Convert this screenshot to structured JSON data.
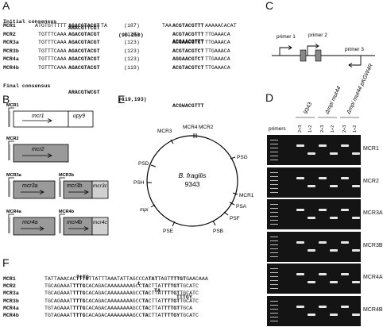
{
  "panels": {
    "A": {
      "label": "A",
      "initial": {
        "name": "Initial consensus",
        "seq1": "ARACGTTCGT",
        "range": "(90,250)",
        "seq2": "ACGAACGTTT"
      },
      "rows": [
        {
          "name": "MCR1",
          "left": "ATGTGTTTTT",
          "seq1": "AGACGTACGT",
          "mid": "TA",
          "len": "(187)",
          "pre": "TAA",
          "seq2": "ACGTACGTTT",
          "tail": "AAAAACACAT"
        },
        {
          "name": "MCR2",
          "left": "TGTTTCAAA",
          "seq1": "AGACGTACGT",
          "mid": "",
          "len": "(123)",
          "pre": "",
          "seq2": "ACGTACGTTT",
          "tail": "TTGAAACA"
        },
        {
          "name": "MCR3a",
          "left": "TGTTTCAAA",
          "seq1": "AGACGTACGT",
          "mid": "",
          "len": "(123)",
          "pre": "",
          "seq2": "ACGAACGTCT",
          "tail": "TTGAAACA"
        },
        {
          "name": "MCR3b",
          "left": "TGTTTCAAA",
          "seq1": "AGACGTACGT",
          "mid": "",
          "len": "(123)",
          "pre": "",
          "seq2": "ACGTACGTCT",
          "tail": "TTGAAACA"
        },
        {
          "name": "MCR4a",
          "left": "TGTTTCAAA",
          "seq1": "AGACGTACGT",
          "mid": "",
          "len": "(123)",
          "pre": "",
          "seq2": "AGGAACGTCT",
          "tail": "TTGAAACA"
        },
        {
          "name": "MCR4b",
          "left": "TGTTTCAAA",
          "seq1": "AGACGTACGT",
          "mid": "",
          "len": "(119)",
          "pre": "",
          "seq2": "ACGTACGTCT",
          "tail": "TTGAAACA"
        }
      ],
      "final": {
        "name": "Final consensus",
        "seq1": "ARACGTWCGT",
        "range": "(119,193)",
        "seq2": "ACGWACGTTT"
      }
    },
    "B": {
      "label": "B",
      "groups": [
        {
          "promoters": [
            "MCR1"
          ],
          "genes": [
            "mcr1",
            "upy9"
          ]
        },
        {
          "promoters": [
            "MCR2"
          ],
          "genes": [
            "mcr2"
          ]
        },
        {
          "promoters": [
            "MCR3a",
            "MCR3b"
          ],
          "genes": [
            "mcr3a",
            "mcr3b",
            "mcr3c"
          ]
        },
        {
          "promoters": [
            "MCR4a",
            "MCR4b"
          ],
          "genes": [
            "mcr4a",
            "mcr4b",
            "mcr4c"
          ]
        }
      ]
    },
    "C": {
      "label": "C",
      "primers": [
        "primer 1",
        "primer 2",
        "primer 3"
      ]
    },
    "D": {
      "label": "D",
      "strains": [
        "9343",
        "Δmpi mut44",
        "Δmpi mut44 pKGW4R"
      ],
      "primers_label": "primers",
      "lanes": [
        "2+3",
        "1+2",
        "2+3",
        "1+2",
        "2+3",
        "1+2"
      ],
      "gels": [
        "MCR1",
        "MCR2",
        "MCR3A",
        "MCR3B",
        "MCR4A",
        "MCR4B"
      ]
    },
    "E": {
      "label": "E",
      "genome_name": "B. fragilis",
      "genome_strain": "9343",
      "loci": [
        "MCR4",
        "MCR2",
        "MCR3",
        "PSG",
        "PSD",
        "PSH",
        "MCR1",
        "PSA",
        "PSF",
        "mpi",
        "PSE",
        "PSB"
      ]
    },
    "F": {
      "label": "F",
      "header": {
        "a": "TtTG",
        "b": "t",
        "c": "TA",
        "d": "TTTGY"
      },
      "rows": [
        {
          "name": "MCR1",
          "pre": "TATTAAACAC",
          "m1": "TTTG",
          "mid": "TTATTTAAATATTAGCCCA",
          "m2": "TAT",
          "sp": "TAGT",
          "m3": "TTTGT",
          "post": "GAACAAA"
        },
        {
          "name": "MCR2",
          "pre": "TGCAGAAAT",
          "m1": "TTTG",
          "mid": "CACAGACAAAAAAAAGCC",
          "m2": "TA",
          "sp": "CTTAT",
          "m3": "TTTGT",
          "post": "TGCATC"
        },
        {
          "name": "MCR3a",
          "pre": "TGCAGAAAT",
          "m1": "TTTG",
          "mid": "CACAGACAAAAAAAAGCC",
          "m2": "TA",
          "sp": "CTTAT",
          "m3": "TTTGT",
          "post": "TGCATC"
        },
        {
          "name": "MCR3b",
          "pre": "TGCAGAAAT",
          "m1": "TTTG",
          "mid": "CACAGACAAAAAAAAGCC",
          "m2": "TA",
          "sp": "CTTAT",
          "m3": "TTTGT",
          "post": "TGCATC"
        },
        {
          "name": "MCR4a",
          "pre": "TGTAGAAAT",
          "m1": "TTTG",
          "mid": "CACAGACAAAAAAAAGCC",
          "m2": "TA",
          "sp": "CTTAT",
          "m3": "TTTGT",
          "post": "TGCA"
        },
        {
          "name": "MCR4b",
          "pre": "TGTAGAAAT",
          "m1": "TTTG",
          "mid": "CACAGACAAAAAAAAGCC",
          "m2": "TA",
          "sp": "CTTAT",
          "m3": "TTTGY",
          "post": "TGCATC"
        }
      ]
    }
  }
}
